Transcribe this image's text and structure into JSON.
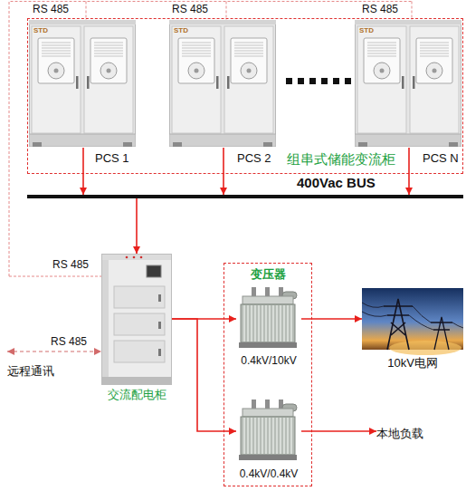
{
  "diagram": {
    "nodes": [
      {
        "text": [
          "组串式储能变流柜"
        ]
      },
      {
        "text": [
          "PCS 1"
        ],
        "in": 0
      },
      {
        "text": [
          "PCS 2"
        ],
        "in": 0
      },
      {
        "text": [
          "PCS N"
        ],
        "in": 0
      },
      {
        "text": [
          "400Vac BUS"
        ]
      },
      {
        "text": [
          "交流配电柜"
        ]
      },
      {
        "text": [
          "远程通讯"
        ]
      },
      {
        "text": [
          "变压器"
        ]
      },
      {
        "text": [
          "0.4kV/10kV"
        ],
        "in": 7
      },
      {
        "text": [
          "0.4kV/0.4kV"
        ],
        "in": 7
      },
      {
        "text": [
          "10kV电网"
        ]
      },
      {
        "text": [
          "本地负载"
        ]
      }
    ],
    "edges": [
      {
        "from": 1,
        "to": 4,
        "arrow": "to"
      },
      {
        "from": 2,
        "to": 4,
        "arrow": "to"
      },
      {
        "from": 3,
        "to": 4,
        "arrow": "to"
      },
      {
        "from": 4,
        "to": 5,
        "arrow": "to"
      },
      {
        "from": 6,
        "to": 5,
        "label": "RS 485",
        "arrow": "both"
      },
      {
        "from": 5,
        "to": 8,
        "arrow": "to"
      },
      {
        "from": 5,
        "to": 9,
        "arrow": "to"
      },
      {
        "from": 8,
        "to": 10,
        "arrow": "to"
      },
      {
        "from": 9,
        "to": 11,
        "arrow": "to"
      }
    ],
    "labels": [
      "RS 485",
      "RS 485",
      "RS 485",
      "STD",
      "STD",
      "STD",
      "RS 485"
    ]
  }
}
